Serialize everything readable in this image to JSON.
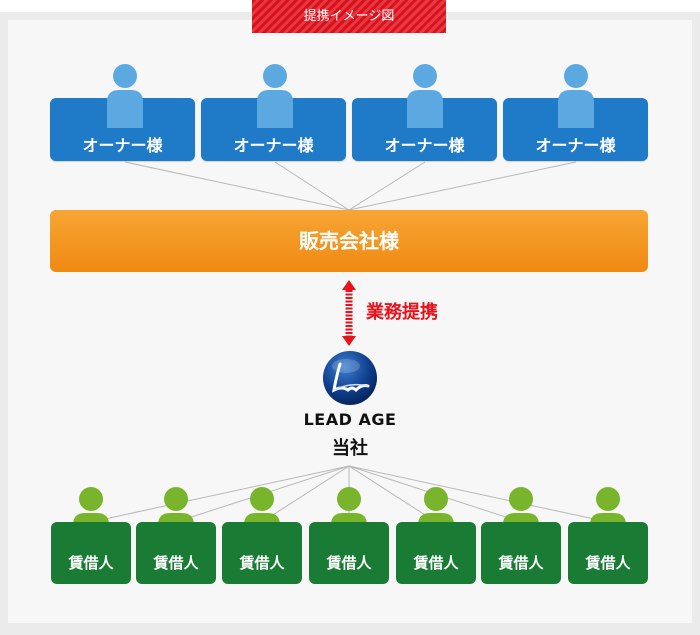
{
  "title_tag": "提携イメージ図",
  "owners": [
    {
      "label": "オーナー様"
    },
    {
      "label": "オーナー様"
    },
    {
      "label": "オーナー様"
    },
    {
      "label": "オーナー様"
    }
  ],
  "sales_company": {
    "label": "販売会社様"
  },
  "business_partnership": {
    "label": "業務提携"
  },
  "company": {
    "name": "LEAD AGE",
    "label": "当社"
  },
  "renters": [
    {
      "label": "賃借人"
    },
    {
      "label": "賃借人"
    },
    {
      "label": "賃借人"
    },
    {
      "label": "賃借人"
    },
    {
      "label": "賃借人"
    },
    {
      "label": "賃借人"
    },
    {
      "label": "賃借人"
    }
  ],
  "colors": {
    "owner_box": "#1f7ac8",
    "owner_person": "#5ba9e0",
    "sales_box": "#f29618",
    "partnership_arrow": "#e8121c",
    "renter_box": "#1a7b34",
    "renter_person": "#79b52c"
  }
}
